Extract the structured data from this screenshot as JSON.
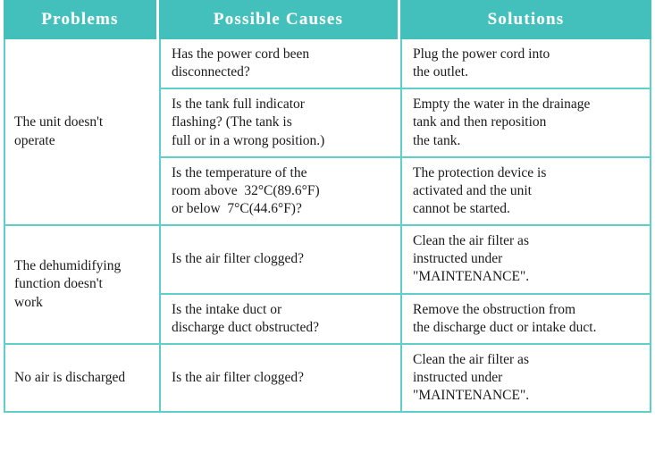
{
  "table": {
    "columns": [
      {
        "key": "problems",
        "label": "Problems"
      },
      {
        "key": "causes",
        "label": "Possible Causes"
      },
      {
        "key": "solutions",
        "label": "Solutions"
      }
    ],
    "header_bg": "#44c0bc",
    "header_text_color": "#ffffff",
    "border_color": "#5ecfc9",
    "body_text_color": "#1a1a1a",
    "groups": [
      {
        "problem": "The unit doesn't\noperate",
        "rows": [
          {
            "cause": "Has the power cord been\ndisconnected?",
            "solution": "Plug the power cord into\nthe outlet."
          },
          {
            "cause": "Is the tank full indicator\nflashing? (The tank is\nfull or in a wrong position.)",
            "solution": "Empty the water in the drainage\ntank and then reposition\nthe tank."
          },
          {
            "cause": "Is the temperature of the\nroom above  32°C(89.6°F)\nor below  7°C(44.6°F)?",
            "solution": "The protection device is\nactivated and the unit\ncannot be started."
          }
        ]
      },
      {
        "problem": "The dehumidifying\nfunction doesn't\nwork",
        "rows": [
          {
            "cause": "Is the air filter clogged?",
            "solution": "Clean the air filter as\ninstructed under\n\"MAINTENANCE\"."
          },
          {
            "cause": "Is the intake duct or\ndischarge duct obstructed?",
            "solution": "Remove the obstruction from\nthe discharge duct or intake duct."
          }
        ]
      },
      {
        "problem": "No air is discharged",
        "rows": [
          {
            "cause": "Is the air filter clogged?",
            "solution": "Clean the air filter as\ninstructed under\n\"MAINTENANCE\"."
          }
        ]
      }
    ]
  }
}
